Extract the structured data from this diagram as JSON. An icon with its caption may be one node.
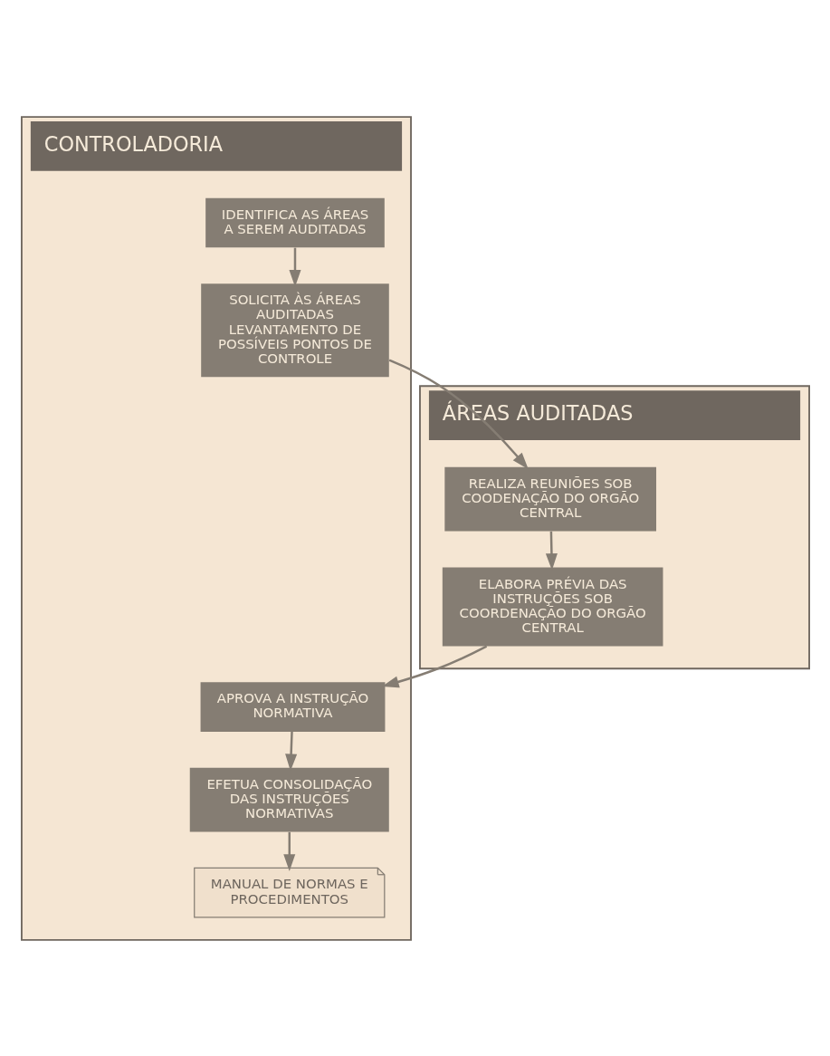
{
  "diagram": {
    "nodes": [
      {
        "text": [
          "CONTROLADORIA"
        ]
      },
      {
        "text": [
          "IDENTIFICA AS ÁREAS A SEREM AUDITADAS"
        ],
        "in": 0
      },
      {
        "text": [
          "SOLICITA ÀS ÁREAS AUDITADAS LEVANTAMENTO DE POSSÍVEIS PONTOS DE CONTROLE"
        ],
        "in": 0
      },
      {
        "text": [
          "APROVA A INSTRUÇÃO NORMATIVA"
        ],
        "in": 0
      },
      {
        "text": [
          "EFETUA CONSOLIDAÇÃO DAS INSTRUÇÕES NORMATIVAS"
        ],
        "in": 0
      },
      {
        "text": [
          "MANUAL DE NORMAS E PROCEDIMENTOS"
        ],
        "in": 0
      },
      {
        "text": [
          "ÁREAS AUDITADAS"
        ]
      },
      {
        "text": [
          "REALIZA REUNIÕES SOB COODENAÇÃO DO ORGÃO CENTRAL"
        ],
        "in": 6
      },
      {
        "text": [
          "ELABORA PRÉVIA DAS INSTRUÇÕES SOB COORDENAÇÃO DO ORGÃO CENTRAL"
        ],
        "in": 6
      }
    ],
    "edges": [
      {
        "from": 1,
        "to": 2,
        "arrow": "to"
      },
      {
        "from": 2,
        "to": 7,
        "arrow": "to"
      },
      {
        "from": 7,
        "to": 8,
        "arrow": "to"
      },
      {
        "from": 8,
        "to": 3,
        "arrow": "to"
      },
      {
        "from": 3,
        "to": 4,
        "arrow": "to"
      },
      {
        "from": 4,
        "to": 5,
        "arrow": "to"
      }
    ]
  }
}
